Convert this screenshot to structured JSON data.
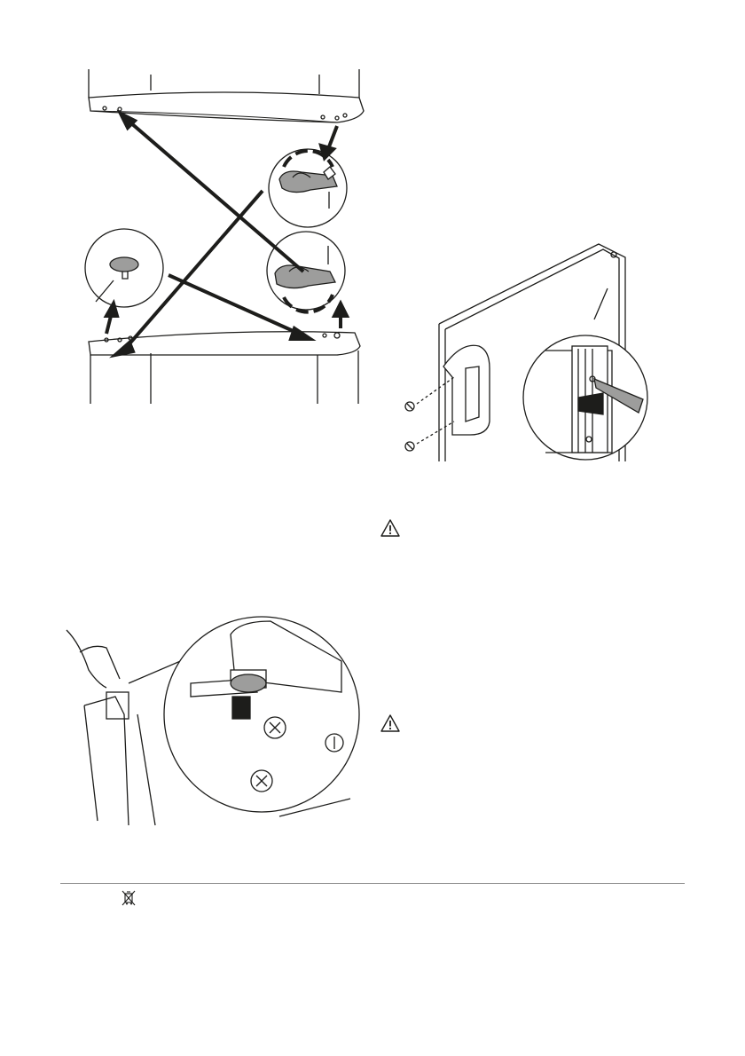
{
  "page": {
    "figures": [
      {
        "id": "fig-hinge",
        "icon": "door-hinge-reversal-diagram"
      },
      {
        "id": "fig-handle",
        "icon": "door-handle-screw-diagram"
      },
      {
        "id": "fig-wrench",
        "icon": "adjustable-foot-wrench-diagram"
      }
    ],
    "warnings": [
      {
        "id": "warning-1",
        "icon": "warning-triangle-icon"
      },
      {
        "id": "warning-2",
        "icon": "warning-triangle-icon"
      }
    ],
    "footer": {
      "icon": "crossed-out-wheelie-bin-icon"
    }
  },
  "colors": {
    "line": "#1d1d1b",
    "fill": "#ffffff",
    "shade": "#9d9d9c",
    "rule": "#8a8a8a"
  }
}
